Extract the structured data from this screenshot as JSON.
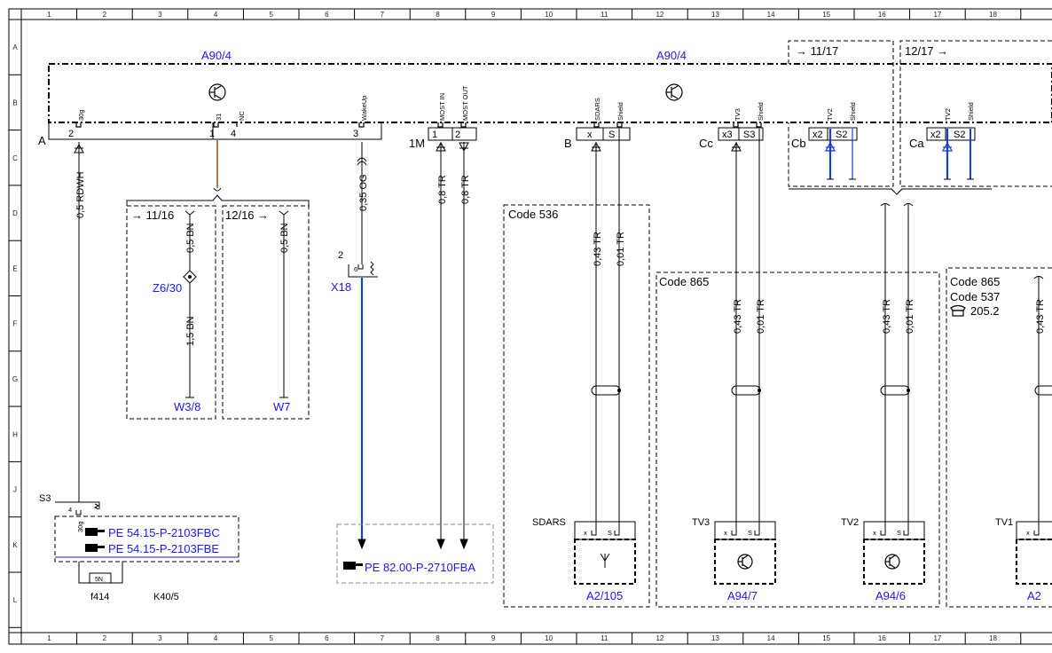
{
  "frame": {
    "columns": [
      "1",
      "2",
      "3",
      "4",
      "5",
      "6",
      "7",
      "8",
      "9",
      "10",
      "11",
      "12",
      "13",
      "14",
      "15",
      "16",
      "17",
      "18"
    ],
    "rows": [
      "A",
      "B",
      "C",
      "D",
      "E",
      "F",
      "G",
      "H",
      "J",
      "K",
      "L"
    ]
  },
  "components": {
    "main_left": "A90/4",
    "main_right": "A90/4",
    "connector_a": "A",
    "connector_b": "B",
    "connector_cc": "Cc",
    "connector_cb": "Cb",
    "connector_ca": "Ca",
    "connector_1m": "1M",
    "ref_11_17": "11/17",
    "ref_12_17": "12/17",
    "ref_11_16": "11/16",
    "ref_12_16": "12/16",
    "z6_30": "Z6/30",
    "w3_8": "W3/8",
    "w7": "W7",
    "x18": "X18",
    "x18_pin_outer": "2",
    "x18_pin_inner": "6",
    "s3": "S3",
    "s3_pin": "4",
    "s3_pin_name": "30g",
    "f414": "f414",
    "fuse_rating": "5N",
    "k40_5": "K40/5",
    "a2_105": "A2/105",
    "a94_7": "A94/7",
    "a94_6": "A94/6",
    "a2_cut": "A2",
    "sdars_box": "SDARS",
    "tv3_box": "TV3",
    "tv2_box": "TV2",
    "tv1_box": "TV1"
  },
  "pins": {
    "a_2": "2",
    "a_1": "1",
    "a_4": "4",
    "a_3": "3",
    "m_1": "1",
    "m_2": "2",
    "b_x": "x",
    "b_s": "S",
    "cc_x3": "x3",
    "cc_s3": "S3",
    "cb_x2": "x2",
    "cb_s2": "S2",
    "ca_x2": "x2",
    "ca_s2": "S2",
    "box_x": "x",
    "box_s": "S"
  },
  "pin_names": {
    "p30g": "30g",
    "p31": "31",
    "pnc": "NC",
    "wakeup": "WakeUp",
    "most_in": "MOST IN",
    "most_out": "MOST OUT",
    "sdars": "SDARS",
    "shield": "Shield",
    "tv3": "TV3",
    "tv2": "TV2"
  },
  "wires": {
    "rdwh": "0,5 RDWH",
    "og": "0,35 OG",
    "tr08": "0,8 TR",
    "bn05": "0,5 BN",
    "bn15": "1,5 BN",
    "tr043": "0,43 TR",
    "tr001": "0,01 TR"
  },
  "codes": {
    "c536": "Code 536",
    "c865": "Code 865",
    "c865b": "Code 865",
    "c537": "Code 537",
    "ref_205": "205.2"
  },
  "refs": {
    "pe_fbc": "PE 54.15-P-2103FBC",
    "pe_fbe": "PE 54.15-P-2103FBE",
    "pe_fba": "PE 82.00-P-2710FBA"
  }
}
